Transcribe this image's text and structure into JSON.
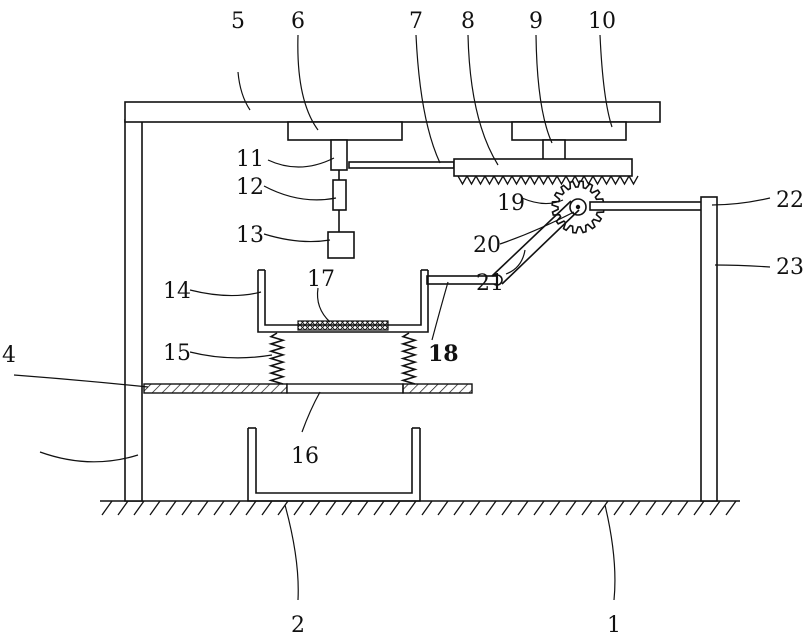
{
  "labels": {
    "l1": "1",
    "l2": "2",
    "l4": "4",
    "l5": "5",
    "l6": "6",
    "l7": "7",
    "l8": "8",
    "l9": "9",
    "l10": "10",
    "l11": "11",
    "l12": "12",
    "l13": "13",
    "l14": "14",
    "l15": "15",
    "l16": "16",
    "l17": "17",
    "l18": "18",
    "l19": "19",
    "l20": "20",
    "l21": "21",
    "l22": "22",
    "l23": "23"
  },
  "colors": {
    "line": "#111111",
    "background": "#ffffff"
  }
}
